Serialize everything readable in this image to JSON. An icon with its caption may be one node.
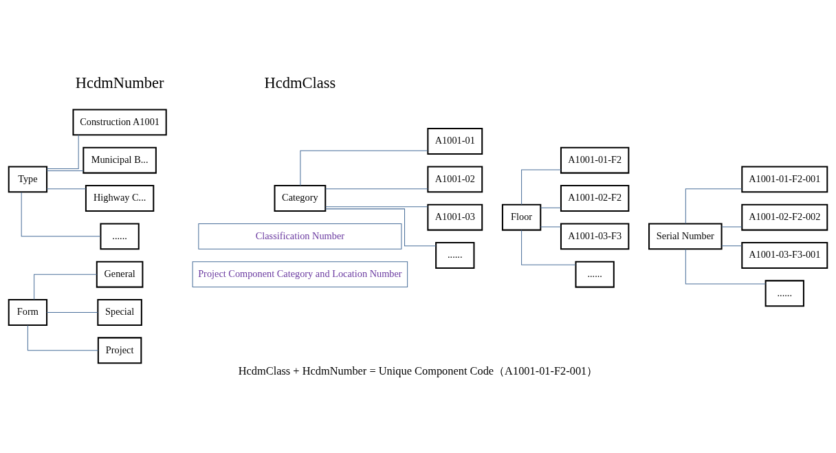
{
  "diagram": {
    "caption": "HcdmClass + HcdmNumber = Unique Component Code（A1001-01-F2-001）",
    "nodes": [
      {
        "text": [
          "Form"
        ]
      },
      {
        "text": [
          "General"
        ]
      },
      {
        "text": [
          "Special"
        ]
      },
      {
        "text": [
          "Project"
        ]
      },
      {
        "text": [
          "Type"
        ]
      },
      {
        "text": [
          "Construction A1001"
        ]
      },
      {
        "text": [
          "Municipal B..."
        ]
      },
      {
        "text": [
          "Highway C..."
        ]
      },
      {
        "text": [
          "......"
        ]
      },
      {
        "text": [
          "Category"
        ]
      },
      {
        "text": [
          "A1001-01"
        ]
      },
      {
        "text": [
          "A1001-02"
        ]
      },
      {
        "text": [
          "A1001-03"
        ]
      },
      {
        "text": [
          "......"
        ]
      },
      {
        "text": [
          "Floor"
        ]
      },
      {
        "text": [
          "A1001-01-F2"
        ]
      },
      {
        "text": [
          "A1001-02-F2"
        ]
      },
      {
        "text": [
          "A1001-03-F3"
        ]
      },
      {
        "text": [
          "......"
        ]
      },
      {
        "text": [
          "Serial Number"
        ]
      },
      {
        "text": [
          "A1001-01-F2-001"
        ]
      },
      {
        "text": [
          "A1001-02-F2-002"
        ]
      },
      {
        "text": [
          "A1001-03-F3-001"
        ]
      },
      {
        "text": [
          "......"
        ]
      },
      {
        "text": [
          "Classification Number"
        ]
      },
      {
        "text": [
          "Project Component Category and Location Number"
        ]
      }
    ],
    "edges": [
      {
        "from": 0,
        "to": 1,
        "arrow": "none"
      },
      {
        "from": 0,
        "to": 2,
        "arrow": "none"
      },
      {
        "from": 0,
        "to": 3,
        "arrow": "none"
      },
      {
        "from": 4,
        "to": 5,
        "arrow": "none"
      },
      {
        "from": 4,
        "to": 6,
        "arrow": "none"
      },
      {
        "from": 4,
        "to": 7,
        "arrow": "none"
      },
      {
        "from": 4,
        "to": 8,
        "arrow": "none"
      },
      {
        "from": 9,
        "to": 10,
        "arrow": "none"
      },
      {
        "from": 9,
        "to": 11,
        "arrow": "none"
      },
      {
        "from": 9,
        "to": 12,
        "arrow": "none"
      },
      {
        "from": 9,
        "to": 13,
        "arrow": "none"
      },
      {
        "from": 14,
        "to": 15,
        "arrow": "none"
      },
      {
        "from": 14,
        "to": 16,
        "arrow": "none"
      },
      {
        "from": 14,
        "to": 17,
        "arrow": "none"
      },
      {
        "from": 14,
        "to": 18,
        "arrow": "none"
      },
      {
        "from": 19,
        "to": 20,
        "arrow": "none"
      },
      {
        "from": 19,
        "to": 21,
        "arrow": "none"
      },
      {
        "from": 19,
        "to": 22,
        "arrow": "none"
      },
      {
        "from": 19,
        "to": 23,
        "arrow": "none"
      }
    ],
    "labels": [
      "HcdmNumber",
      "HcdmClass"
    ]
  }
}
